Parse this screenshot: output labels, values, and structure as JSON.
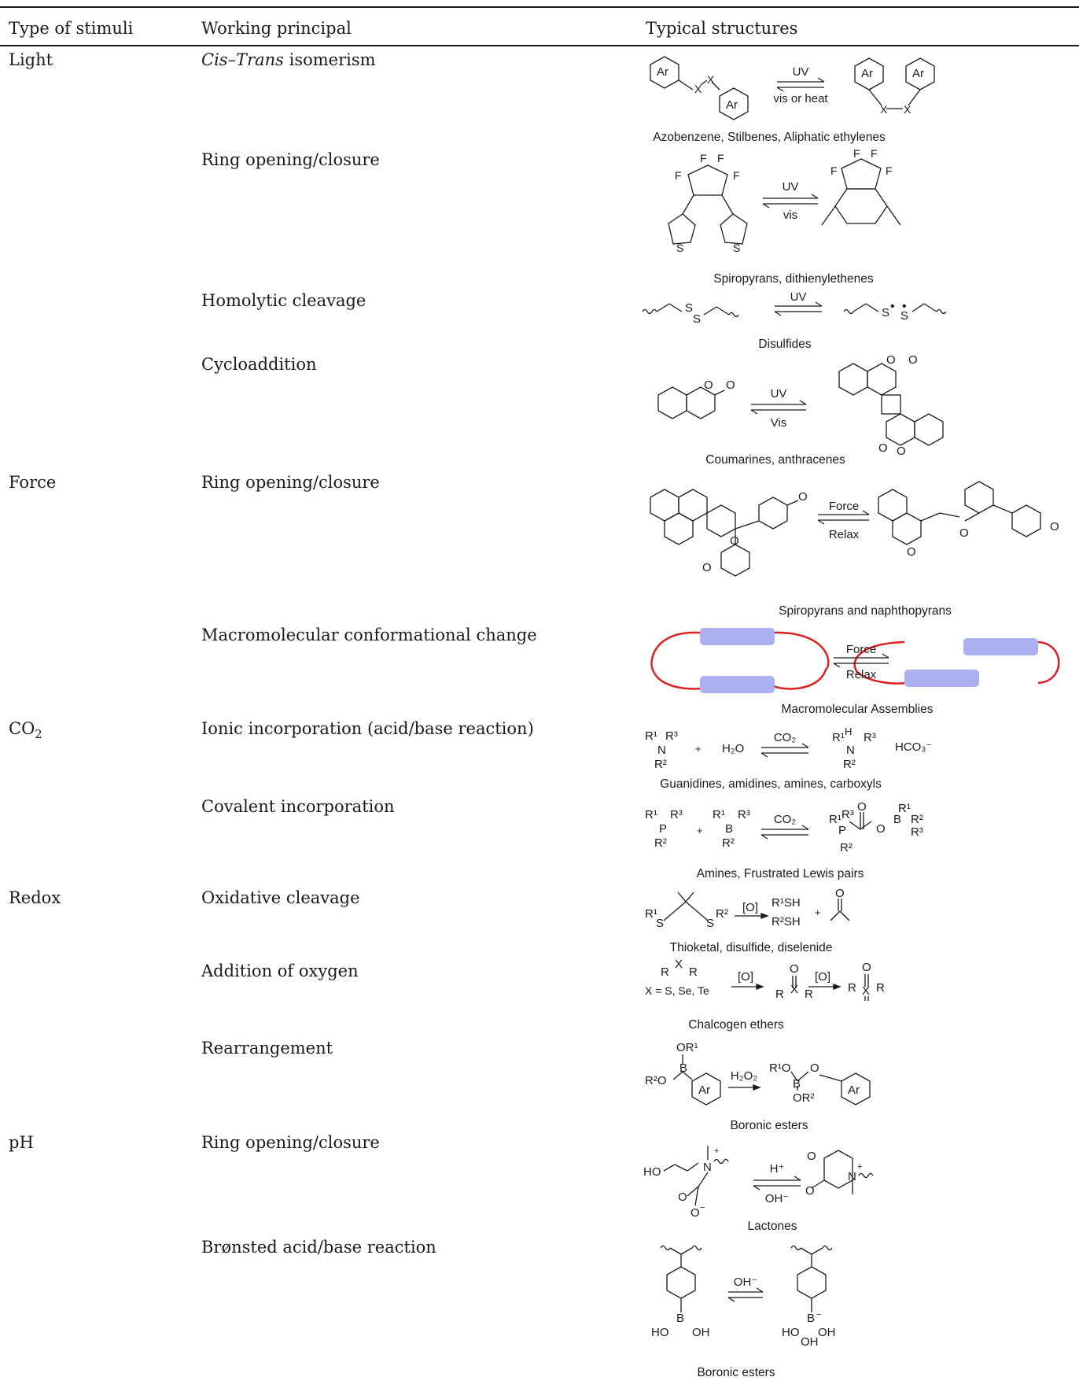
{
  "table": {
    "headers": {
      "type": "Type of stimuli",
      "principle": "Working principal",
      "structures": "Typical structures"
    },
    "rows": [
      {
        "type": "Light",
        "principle_italic": "Cis–Trans",
        "principle": " isomerism",
        "caption": "Azobenzene, Stilbenes, Aliphatic ethylenes",
        "reagent_top": "UV",
        "reagent_bottom": "vis or heat"
      },
      {
        "type": "",
        "principle": "Ring opening/closure",
        "caption": "Spiropyrans, dithienylethenes",
        "reagent_top": "UV",
        "reagent_bottom": "vis"
      },
      {
        "type": "",
        "principle": "Homolytic cleavage",
        "caption": "Disulfides",
        "reagent_top": "UV",
        "reagent_bottom": ""
      },
      {
        "type": "",
        "principle": "Cycloaddition",
        "caption": "Coumarines, anthracenes",
        "reagent_top": "UV",
        "reagent_bottom": "Vis"
      },
      {
        "type": "Force",
        "principle": "Ring opening/closure",
        "caption": "Spiropyrans and naphthopyrans",
        "reagent_top": "Force",
        "reagent_bottom": "Relax"
      },
      {
        "type": "",
        "principle": "Macromolecular conformational change",
        "caption": "Macromolecular Assemblies",
        "reagent_top": "Force",
        "reagent_bottom": "Relax"
      },
      {
        "type_main": "CO",
        "type_sub": "2",
        "principle": "Ionic incorporation (acid/base reaction)",
        "caption": "Guanidines, amidines, amines, carboxyls",
        "reagent_top": "CO₂",
        "reagent_bottom": ""
      },
      {
        "type": "",
        "principle": "Covalent incorporation",
        "caption": "Amines, Frustrated Lewis pairs",
        "reagent_top": "CO₂",
        "reagent_bottom": ""
      },
      {
        "type": "Redox",
        "principle": "Oxidative cleavage",
        "caption": "Thioketal, disulfide, diselenide",
        "reagent_top": "[O]",
        "reagent_bottom": ""
      },
      {
        "type": "",
        "principle": "Addition of oxygen",
        "caption": "Chalcogen ethers",
        "reagent_top": "[O]",
        "reagent_bottom": "",
        "note": "X = S, Se, Te"
      },
      {
        "type": "",
        "principle": "Rearrangement",
        "caption": "Boronic esters",
        "reagent_top": "H₂O₂",
        "reagent_bottom": ""
      },
      {
        "type": "pH",
        "principle": "Ring opening/closure",
        "caption": "Lactones",
        "reagent_top": "H⁺",
        "reagent_bottom": "OH⁻"
      },
      {
        "type": "",
        "principle": "Brønsted acid/base reaction",
        "caption": "Boronic esters",
        "reagent_top": "OH⁻",
        "reagent_bottom": ""
      }
    ]
  },
  "colors": {
    "text": "#1a1a1a",
    "assembly_loop": "#e02020",
    "assembly_block": "#aab0f0"
  }
}
